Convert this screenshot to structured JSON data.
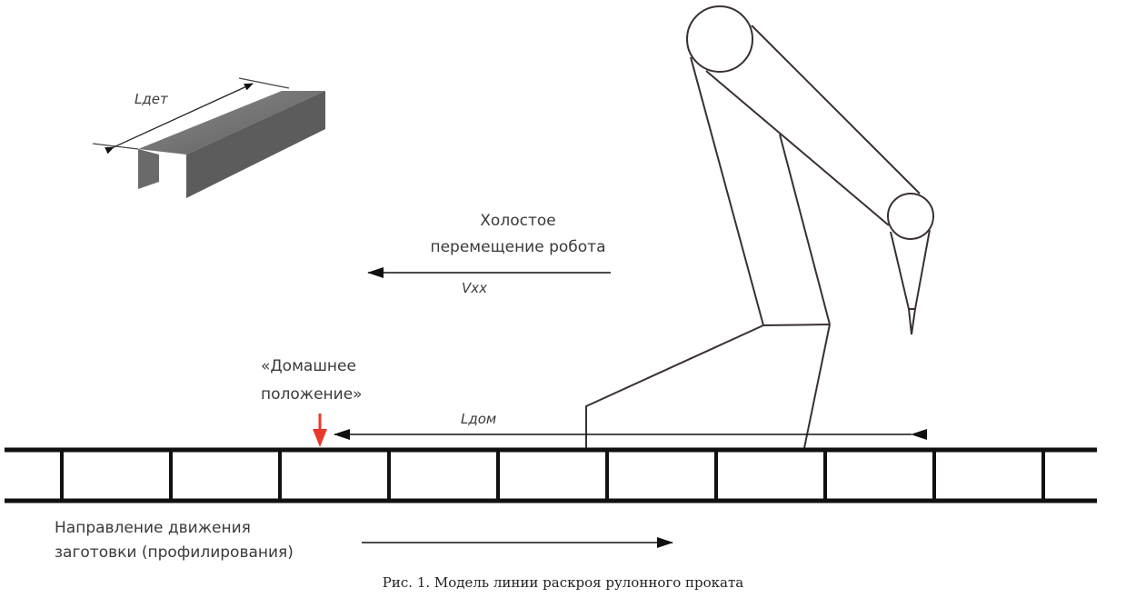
{
  "labels": {
    "part_length": "Lдет",
    "idle_move_line1": "Холостое",
    "idle_move_line2": "перемещение робота",
    "idle_speed": "Vхх",
    "home_line1": "«Домашнее",
    "home_line2": "положение»",
    "home_distance": "Lдом",
    "direction_line1": "Направление движения",
    "direction_line2": "заготовки (профилирования)"
  },
  "caption": "Рис. 1. Модель линии раскроя рулонного проката",
  "colors": {
    "home_marker": "#e8392a",
    "part": "#6b6b6b",
    "line": "#222222"
  }
}
